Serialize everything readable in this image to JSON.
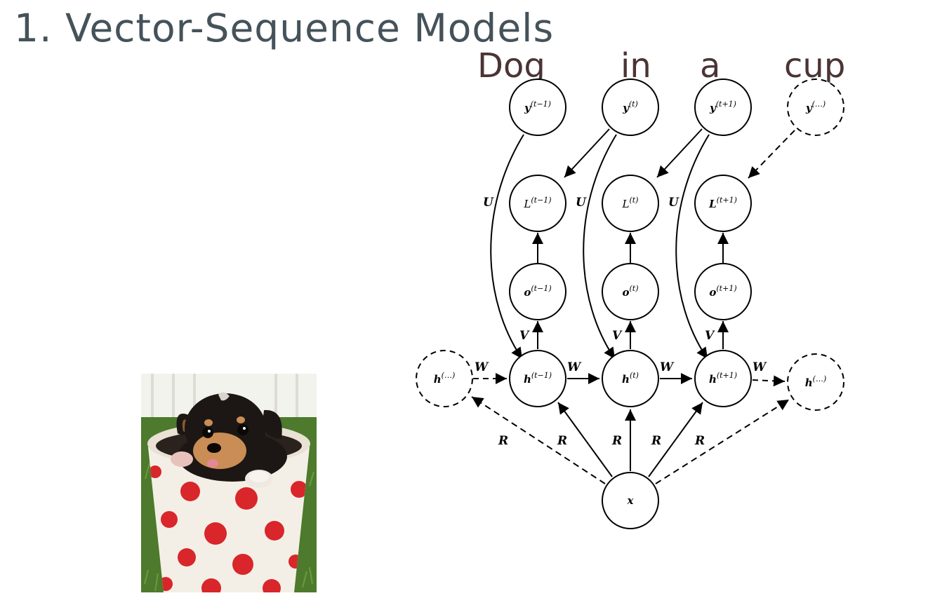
{
  "slide": {
    "title": "1. Vector-Sequence Models"
  },
  "caption_words": [
    "Dog",
    "in",
    "a",
    "cup"
  ],
  "photo": {
    "subject": "puppy sitting inside a white cup with red polka dots",
    "colors": {
      "grass": "#4d7a2c",
      "cup": "#f4efe6",
      "dots": "#d8262b",
      "fur": "#1c1714",
      "tan": "#c98d55"
    }
  },
  "diagram": {
    "nodes": {
      "y_prev": {
        "base": "y",
        "sup": "(t−1)"
      },
      "y_cur": {
        "base": "y",
        "sup": "(t)"
      },
      "y_next": {
        "base": "y",
        "sup": "(t+1)"
      },
      "y_dots": {
        "base": "y",
        "sup": "(…)"
      },
      "L_prev": {
        "base": "L",
        "sup": "(t−1)"
      },
      "L_cur": {
        "base": "L",
        "sup": "(t)"
      },
      "L_next": {
        "base": "L",
        "sup": "(t+1)"
      },
      "o_prev": {
        "base": "o",
        "sup": "(t−1)"
      },
      "o_cur": {
        "base": "o",
        "sup": "(t)"
      },
      "o_next": {
        "base": "o",
        "sup": "(t+1)"
      },
      "h_dots_left": {
        "base": "h",
        "sup": "(…)"
      },
      "h_prev": {
        "base": "h",
        "sup": "(t−1)"
      },
      "h_cur": {
        "base": "h",
        "sup": "(t)"
      },
      "h_next": {
        "base": "h",
        "sup": "(t+1)"
      },
      "h_dots_right": {
        "base": "h",
        "sup": "(…)"
      },
      "x": {
        "base": "x",
        "sup": ""
      }
    },
    "edge_labels": {
      "U": "U",
      "V": "V",
      "W": "W",
      "R": "R"
    }
  }
}
